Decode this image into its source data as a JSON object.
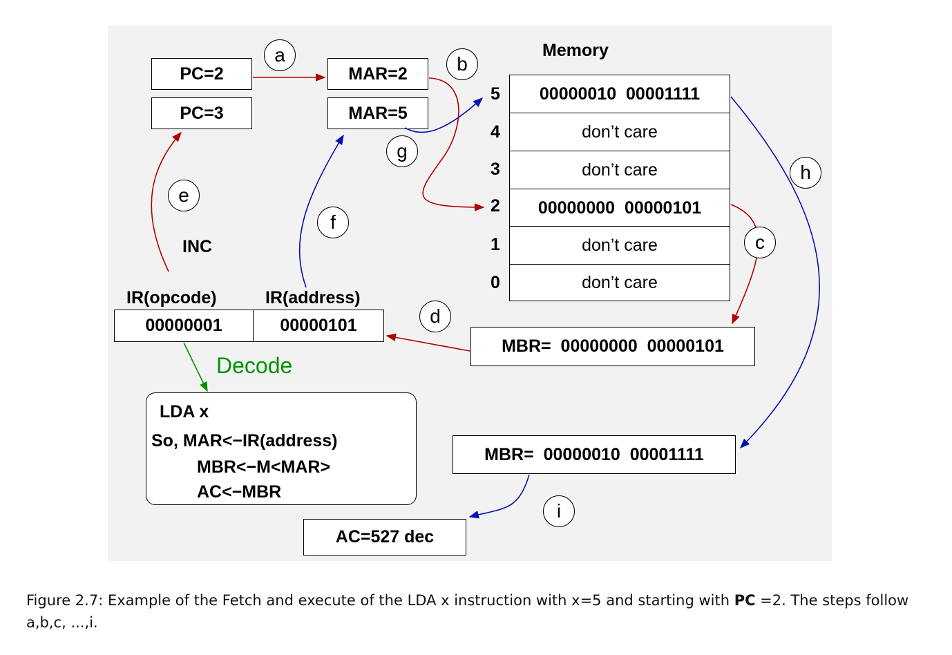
{
  "registers": {
    "pc_before": "PC=2",
    "pc_after": "PC=3",
    "mar_before": "MAR=2",
    "mar_after": "MAR=5"
  },
  "memory": {
    "title": "Memory",
    "cells": [
      {
        "address": "5",
        "content": "00000010  00001111",
        "bold": true
      },
      {
        "address": "4",
        "content": "don’t care",
        "bold": false
      },
      {
        "address": "3",
        "content": "don’t care",
        "bold": false
      },
      {
        "address": "2",
        "content": "00000000  00000101",
        "bold": true
      },
      {
        "address": "1",
        "content": "don’t care",
        "bold": false
      },
      {
        "address": "0",
        "content": "don’t care",
        "bold": false
      }
    ]
  },
  "ir": {
    "opcode_label": "IR(opcode)",
    "address_label": "IR(address)",
    "opcode_value": "00000001",
    "address_value": "00000101"
  },
  "inc_label": "INC",
  "decode_label": "Decode",
  "mbr_first": "MBR=  00000000  00000101",
  "mbr_second": "MBR=  00000010  00001111",
  "ac": "AC=527 dec",
  "decode_box": {
    "line1": "LDA x",
    "line2": "So, MAR<−IR(address)",
    "line3": "MBR<−M<MAR>",
    "line4": "AC<−MBR"
  },
  "steps": [
    "a",
    "b",
    "c",
    "d",
    "e",
    "f",
    "g",
    "h",
    "i"
  ],
  "caption": {
    "text": "Figure 2.7: Example of the Fetch and execute of the LDA x instruction with x=5 and starting with ",
    "bold": "PC",
    "tail": " =2. The steps follow a,b,c, ...,i."
  },
  "colors": {
    "red_arrow": "#b00000",
    "blue_arrow": "#0010b0",
    "green_arrow": "#009000",
    "panel_bg": "#f2f2f2"
  }
}
